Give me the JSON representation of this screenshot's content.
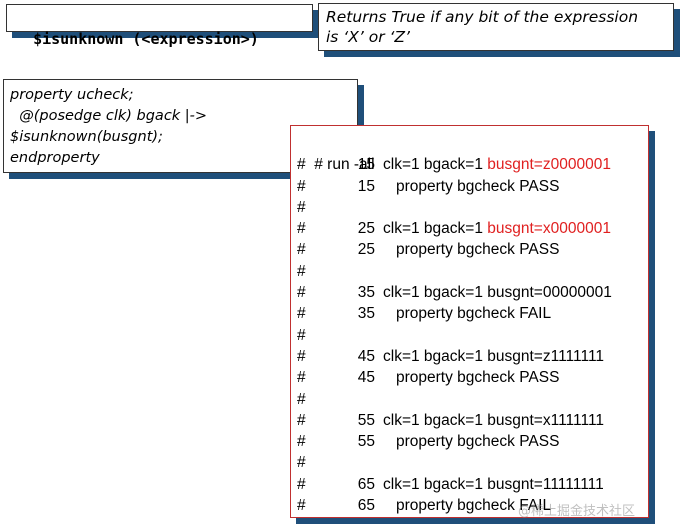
{
  "syntax": {
    "text": "$isunknown (<expression>)"
  },
  "description": {
    "lines": [
      "Returns True if any bit of the expression",
      "is ‘X’ or ‘Z’"
    ]
  },
  "code": {
    "lines": [
      "property ucheck;",
      "  @(posedge clk) bgack |->",
      "$isunknown(busgnt);",
      "endproperty"
    ]
  },
  "sim": {
    "command": "# run -all",
    "hash": "#",
    "entries": [
      {
        "time": "15",
        "signals": "clk=1 bgack=1 ",
        "busgnt": "busgnt=z0000001",
        "highlight": true,
        "property": "property bgcheck PASS"
      },
      {
        "time": "25",
        "signals": "clk=1 bgack=1 ",
        "busgnt": "busgnt=x0000001",
        "highlight": true,
        "property": "property bgcheck PASS"
      },
      {
        "time": "35",
        "signals": "clk=1 bgack=1 ",
        "busgnt": "busgnt=00000001",
        "highlight": false,
        "property": "property bgcheck FAIL"
      },
      {
        "time": "45",
        "signals": "clk=1 bgack=1 ",
        "busgnt": "busgnt=z1111111",
        "highlight": false,
        "property": "property bgcheck PASS"
      },
      {
        "time": "55",
        "signals": "clk=1 bgack=1 ",
        "busgnt": "busgnt=x1111111",
        "highlight": false,
        "property": "property bgcheck PASS"
      },
      {
        "time": "65",
        "signals": "clk=1 bgack=1 ",
        "busgnt": "busgnt=11111111",
        "highlight": false,
        "property": "property bgcheck FAIL"
      }
    ]
  },
  "watermark": "@稀土掘金技术社区",
  "colors": {
    "highlight": "#e02020",
    "shadow": "#1f4f7a",
    "sim_border": "#c03030"
  }
}
